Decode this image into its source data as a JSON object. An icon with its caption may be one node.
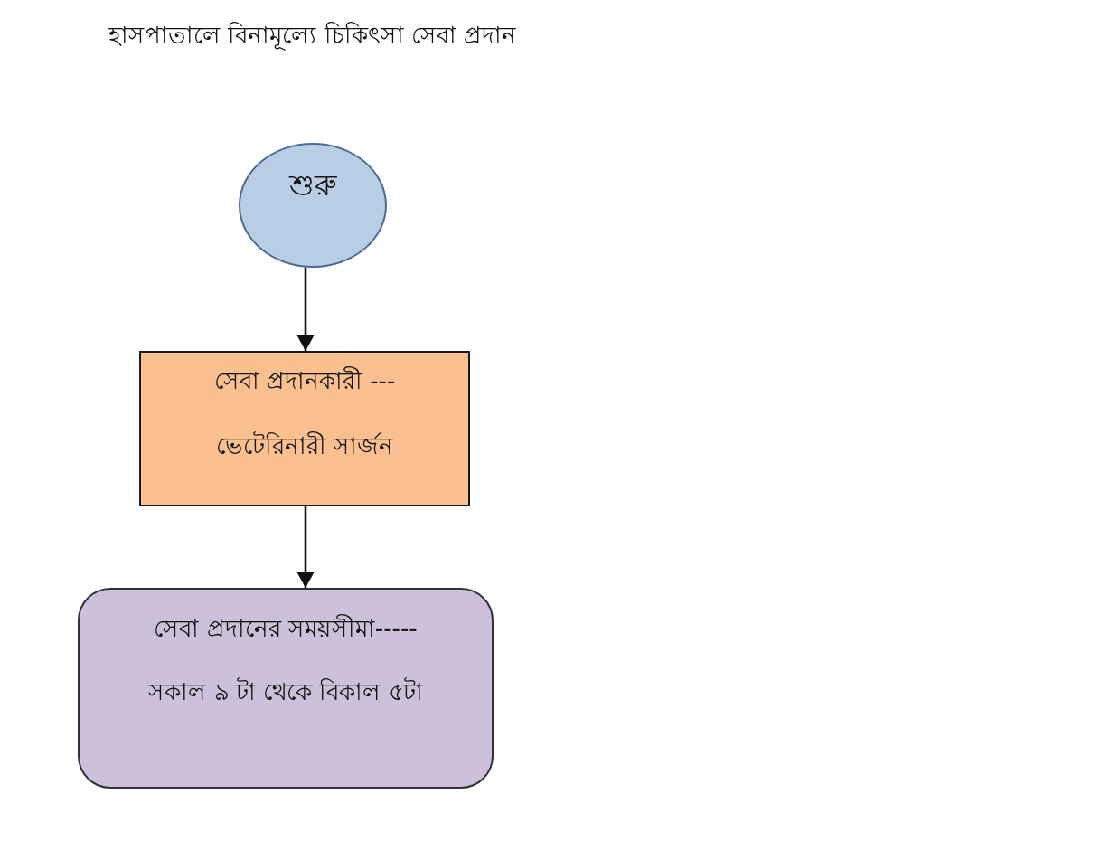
{
  "diagram": {
    "title": "হাসপাতালে বিনামূল্যে চিকিৎসা সেবা প্রদান",
    "nodes": [
      {
        "text": [
          "শুরু"
        ]
      },
      {
        "text": [
          "সেবা প্রদানকারী ---",
          "ভেটেরিনারী সার্জন"
        ]
      },
      {
        "text": [
          "সেবা প্রদানের সময়সীমা-----",
          "সকাল ৯ টা থেকে বিকাল ৫টা"
        ]
      }
    ],
    "edges": [
      {
        "from": 0,
        "to": 1,
        "arrow": "to"
      },
      {
        "from": 1,
        "to": 2,
        "arrow": "to"
      }
    ]
  }
}
